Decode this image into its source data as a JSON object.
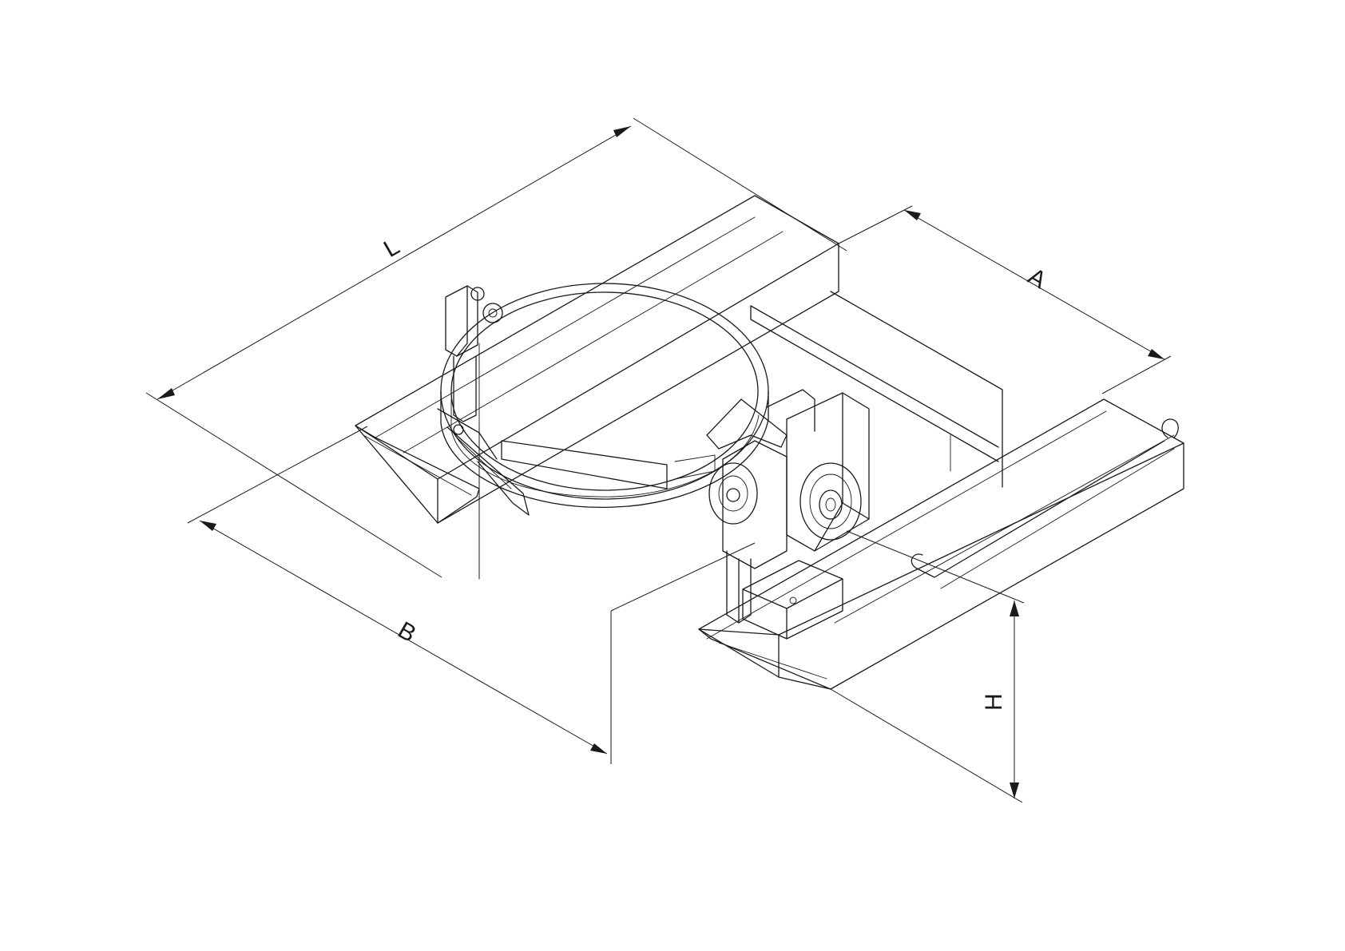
{
  "drawing": {
    "line_color": "#1a1a1a",
    "background": "#ffffff",
    "dimensions": [
      {
        "id": "L",
        "label": "L"
      },
      {
        "id": "A",
        "label": "A"
      },
      {
        "id": "B",
        "label": "B"
      },
      {
        "id": "H",
        "label": "H"
      }
    ]
  }
}
